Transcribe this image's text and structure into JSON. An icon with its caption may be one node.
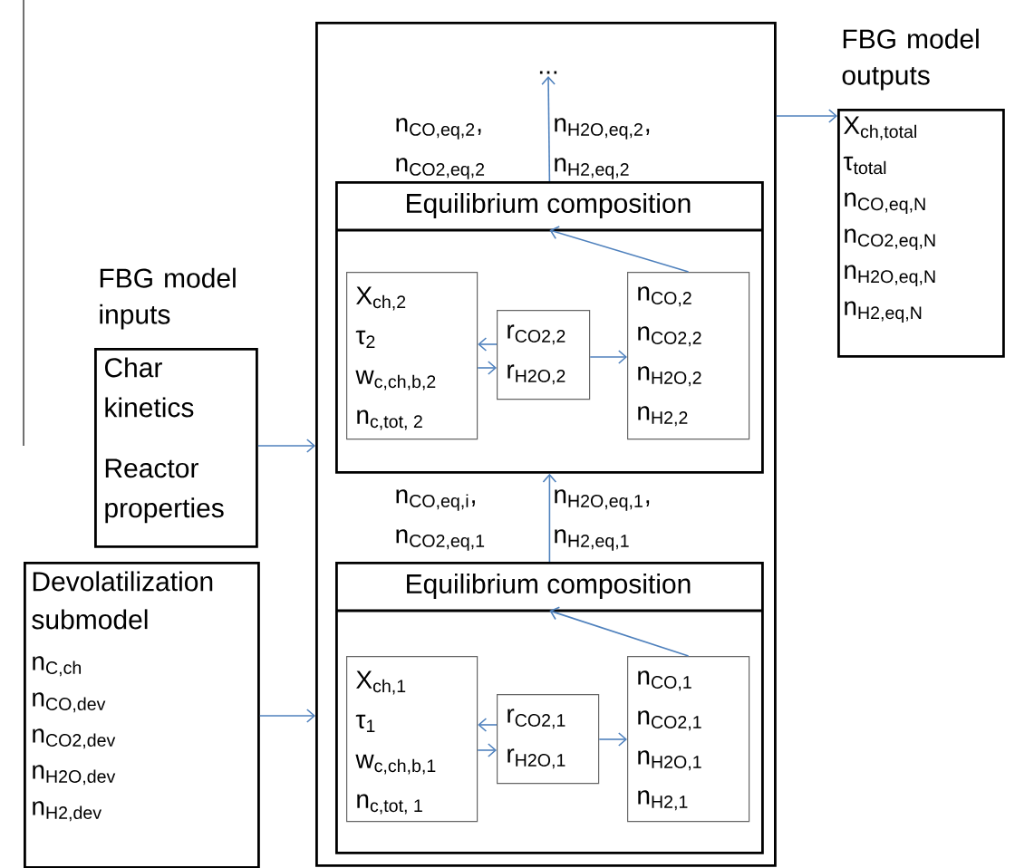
{
  "diagram": {
    "nodes": [
      {
        "text": [],
        "shape": "box"
      },
      {
        "text": [
          "..."
        ],
        "in": 0
      },
      {
        "text": [
          "Equilibrium composition"
        ],
        "in": 0
      },
      {
        "text": [
          "X$_{ch,2}$",
          "τ$_{2}$",
          "w$_{c,ch,b,2}$",
          "n$_{c,tot, 2}$"
        ],
        "in": 2
      },
      {
        "text": [
          "r$_{CO2,2}$",
          "r$_{H2O,2}$"
        ],
        "in": 2
      },
      {
        "text": [
          "n$_{CO,2}$",
          "n$_{CO2,2}$",
          "n$_{H2O,2}$",
          "n$_{H2,2}$"
        ],
        "in": 2
      },
      {
        "text": [
          "Equilibrium composition"
        ],
        "in": 0
      },
      {
        "text": [
          "X$_{ch,1}$",
          "τ$_{1}$",
          "w$_{c,ch,b,1}$",
          "n$_{c,tot, 1}$"
        ],
        "in": 6
      },
      {
        "text": [
          "r$_{CO2,1}$",
          "r$_{H2O,1}$"
        ],
        "in": 6
      },
      {
        "text": [
          "n$_{CO,1}$",
          "n$_{CO2,1}$",
          "n$_{H2O,1}$",
          "n$_{H2,1}$"
        ],
        "in": 6
      },
      {
        "text": [
          "FBG model inputs",
          "Char kinetics",
          "Reactor properties"
        ]
      },
      {
        "text": [
          "Devolatilization submodel",
          "n$_{C,ch}$",
          "n$_{CO,dev}$",
          "n$_{CO2,dev}$",
          "n$_{H2O,dev}$",
          "n$_{H2,dev}$"
        ]
      },
      {
        "text": [
          "FBG model outputs",
          "X$_{ch,total}$",
          "τ$_{total}$",
          "n$_{CO,eq,N}$",
          "n$_{CO2,eq,N}$",
          "n$_{H2O,eq,N}$",
          "n$_{H2,eq,N}$"
        ]
      }
    ],
    "edges": [
      {
        "from": 2,
        "to": 1,
        "arrow": "to"
      },
      {
        "from": 5,
        "to": 2,
        "arrow": "to"
      },
      {
        "from": 4,
        "to": 3,
        "arrow": "to"
      },
      {
        "from": 3,
        "to": 4,
        "arrow": "to"
      },
      {
        "from": 4,
        "to": 5,
        "arrow": "to"
      },
      {
        "from": 6,
        "to": 2,
        "arrow": "to"
      },
      {
        "from": 9,
        "to": 6,
        "arrow": "to"
      },
      {
        "from": 8,
        "to": 7,
        "arrow": "to"
      },
      {
        "from": 7,
        "to": 8,
        "arrow": "to"
      },
      {
        "from": 8,
        "to": 9,
        "arrow": "to"
      },
      {
        "from": 10,
        "to": 0,
        "arrow": "to"
      },
      {
        "from": 11,
        "to": 0,
        "arrow": "to"
      },
      {
        "from": 0,
        "to": 12,
        "arrow": "to"
      }
    ],
    "labels": [
      "n$_{CO,eq,2}$, n$_{CO2,eq,2}$",
      "n$_{H2O,eq,2}$, n$_{H2,eq,2}$",
      "n$_{CO,eq,i}$, n$_{CO2,eq,1}$",
      "n$_{H2O,eq,1}$, n$_{H2,eq,1}$"
    ]
  }
}
